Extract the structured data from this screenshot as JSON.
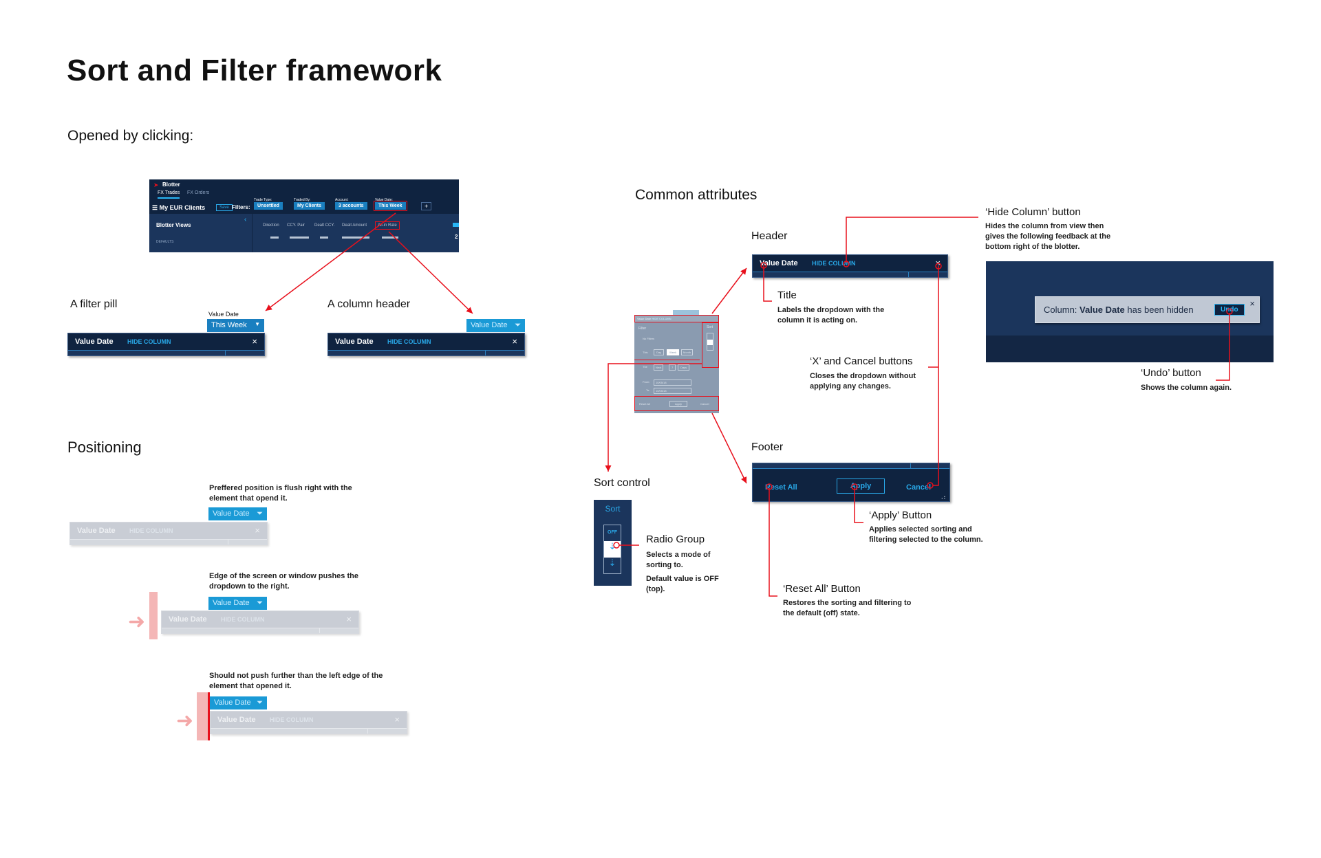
{
  "title": "Sort and Filter framework",
  "opened_by": {
    "heading": "Opened by clicking:",
    "blotter": {
      "app": "Blotter",
      "tabs": [
        "FX Trades",
        "FX Orders"
      ],
      "view_name": "My EUR Clients",
      "save": "Save",
      "filters_label": "Filters:",
      "filters": [
        {
          "label": "Trade Type:",
          "value": "Unsettled"
        },
        {
          "label": "Traded By:",
          "value": "My Clients"
        },
        {
          "label": "Account:",
          "value": "3 accounts"
        },
        {
          "label": "Value Date:",
          "value": "This Week"
        }
      ],
      "add": "+",
      "sidebar_title": "Blotter Views",
      "sidebar_section": "DEFAULTS",
      "columns": [
        "Direction",
        "CCY. Pair",
        "Dealt CCY.",
        "Dealt Amount",
        "All-in Rate"
      ],
      "partial": "2"
    },
    "filter_pill": {
      "caption": "A filter pill",
      "label": "Value Date",
      "value": "This Week"
    },
    "column_header": {
      "caption": "A column header",
      "label": "Value Date"
    }
  },
  "dropdown_header": {
    "title": "Value Date",
    "hide": "HIDE COLUMN",
    "close": "×"
  },
  "positioning": {
    "heading": "Positioning",
    "notes": [
      "Preffered position is flush right with the element that opend it.",
      "Edge of the screen or window pushes the dropdown to the right.",
      "Should not push further than the left edge of the element that opened it."
    ]
  },
  "common": {
    "heading": "Common attributes",
    "header_label": "Header",
    "footer_label": "Footer",
    "sort_label": "Sort control",
    "annotations": {
      "hide_title": "‘Hide Column’ button",
      "hide_desc": "Hides the column from view then gives the following feedback at the bottom right of the blotter.",
      "title_title": "Title",
      "title_desc": "Labels the dropdown with the column it is acting on.",
      "x_title": "‘X’  and Cancel buttons",
      "x_desc": "Closes the dropdown without applying any changes.",
      "undo_title": "‘Undo’ button",
      "undo_desc": "Shows the column again.",
      "apply_title": "‘Apply’ Button",
      "apply_desc": "Applies selected sorting and filtering selected to the column.",
      "reset_title": "‘Reset All’ Button",
      "reset_desc": "Restores the sorting and filtering to the default (off) state.",
      "radio_title": "Radio Group",
      "radio_desc1": "Selects a mode of sorting to.",
      "radio_desc2": "Default value is OFF (top)."
    },
    "toast": {
      "prefix": "Column: ",
      "column": "Value Date",
      "suffix": " has been hidden",
      "undo": "Undo",
      "close": "×"
    },
    "footer": {
      "reset": "Reset All",
      "apply": "Apply",
      "cancel": "Cancel"
    },
    "sort": {
      "title": "Sort",
      "off": "OFF"
    },
    "thumb": {
      "filter": "Filter",
      "sort": "Sort",
      "no_filters": "No Filters",
      "this": "This",
      "day": "Day",
      "week": "Week",
      "month": "Month",
      "the": "The",
      "next": "Next",
      "n": "7",
      "days": "Days",
      "from": "From:",
      "to": "To:",
      "date": "10/05/18"
    }
  },
  "colors": {
    "navy": "#0f2340",
    "panel": "#1b355c",
    "accent": "#1a9ad6",
    "annotation": "#e8101c"
  }
}
